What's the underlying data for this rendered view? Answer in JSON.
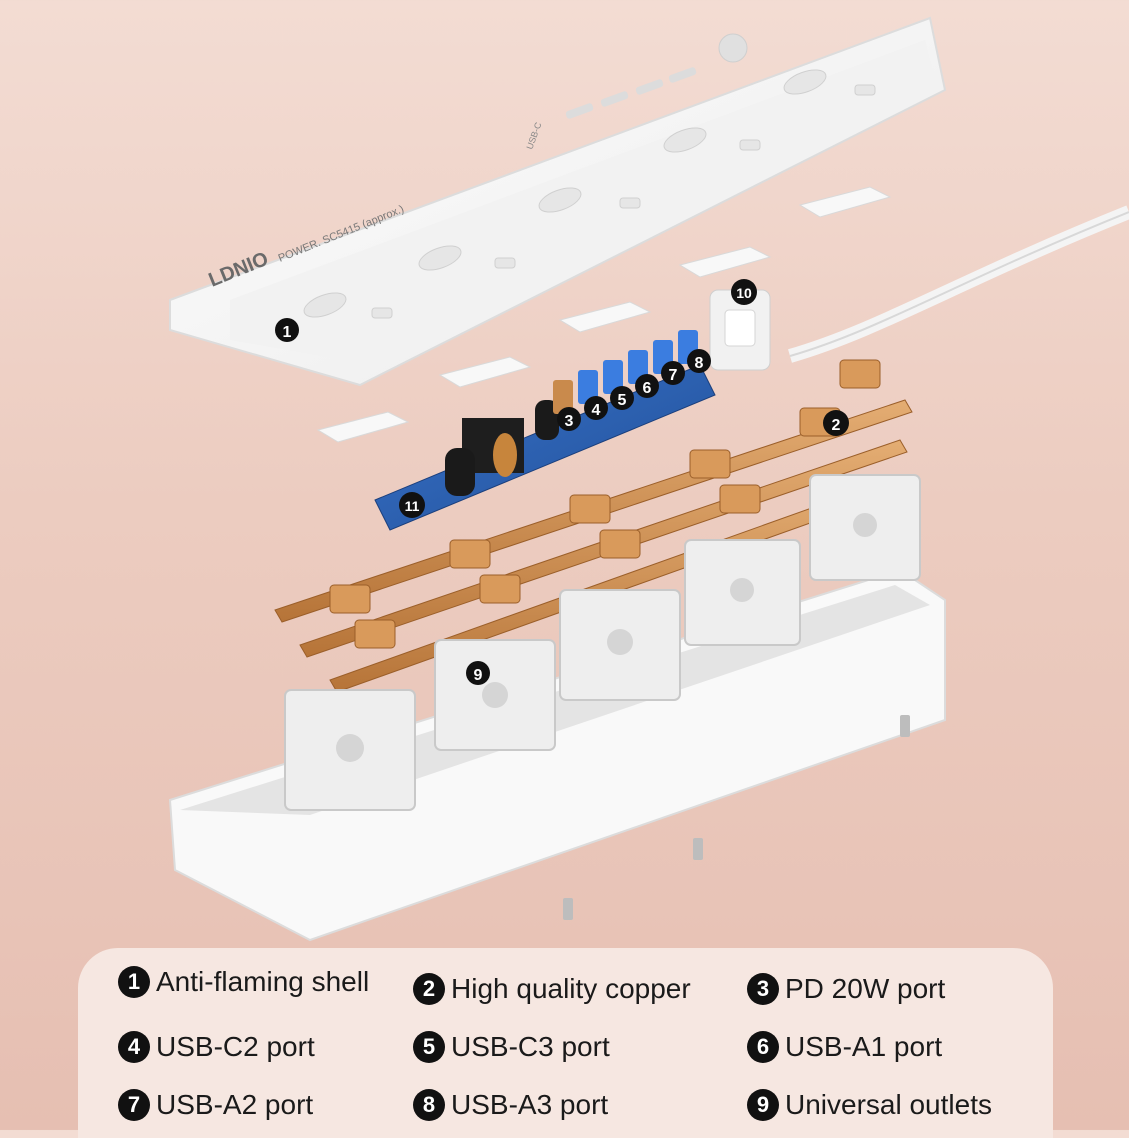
{
  "product": {
    "brand_logo": "LDNIO",
    "shell_print": "POWER. SC5415 (approx.)",
    "usb_label": "USB-C"
  },
  "callouts": [
    "1",
    "2",
    "3",
    "4",
    "5",
    "6",
    "7",
    "8",
    "9",
    "10",
    "11"
  ],
  "legend": [
    {
      "num": "1",
      "label": "Anti-flaming shell"
    },
    {
      "num": "2",
      "label": "High quality copper"
    },
    {
      "num": "3",
      "label": "PD 20W port"
    },
    {
      "num": "4",
      "label": "USB-C2 port"
    },
    {
      "num": "5",
      "label": "USB-C3 port"
    },
    {
      "num": "6",
      "label": "USB-A1 port"
    },
    {
      "num": "7",
      "label": "USB-A2 port"
    },
    {
      "num": "8",
      "label": "USB-A3 port"
    },
    {
      "num": "9",
      "label": "Universal outlets"
    }
  ],
  "colors": {
    "background_top": "#f3dcd3",
    "background_bottom": "#e6bfb2",
    "shell": "#f7f7f7",
    "copper": "#c98a4c",
    "pcb": "#2f63b4",
    "usb_blue": "#3b7de0"
  }
}
